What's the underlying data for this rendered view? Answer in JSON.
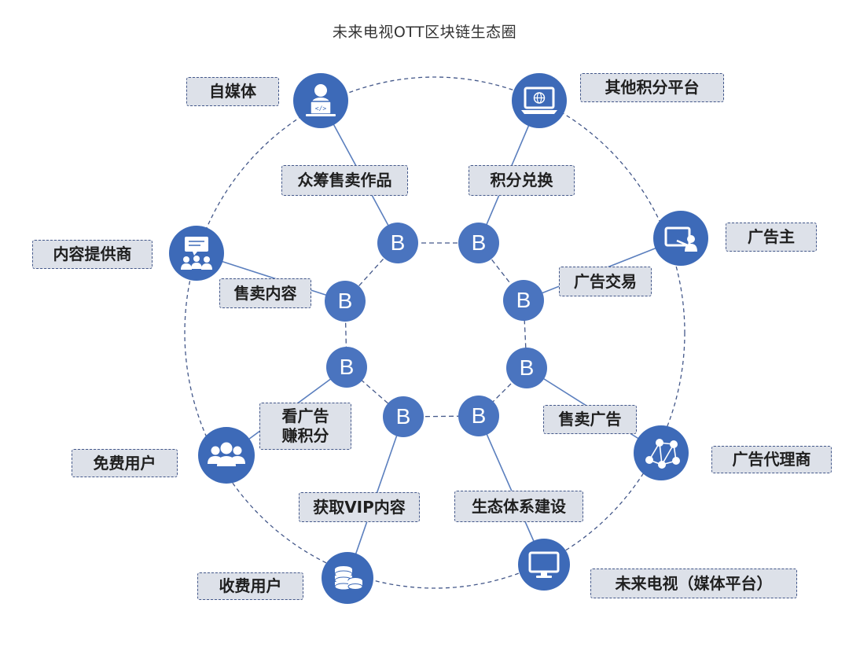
{
  "title": "未来电视OTT区块链生态圈",
  "colors": {
    "node": "#4a74bf",
    "entity": "#3d6ab8",
    "label_bg": "#dde1e9",
    "line": "#44588a"
  },
  "blockchain_node_text": "B",
  "entities": {
    "self_media": {
      "label": "自媒体",
      "icon": "developer-laptop-icon"
    },
    "other_points_platform": {
      "label": "其他积分平台",
      "icon": "laptop-globe-icon"
    },
    "content_provider": {
      "label": "内容提供商",
      "icon": "presentation-audience-icon"
    },
    "advertiser": {
      "label": "广告主",
      "icon": "presenter-screen-icon"
    },
    "free_user": {
      "label": "免费用户",
      "icon": "user-group-icon"
    },
    "ad_agency": {
      "label": "广告代理商",
      "icon": "network-people-icon"
    },
    "paid_user": {
      "label": "收费用户",
      "icon": "coins-stack-icon"
    },
    "future_tv": {
      "label": "未来电视（媒体平台）",
      "icon": "tv-monitor-icon"
    }
  },
  "actions": {
    "crowdfund_sell_works": "众筹售卖作品",
    "points_exchange": "积分兑换",
    "sell_content": "售卖内容",
    "ad_trading": "广告交易",
    "watch_ads_line1": "看广告",
    "watch_ads_line2": "赚积分",
    "sell_ads": "售卖广告",
    "get_vip_content": "获取VIP内容",
    "ecosystem_building": "生态体系建设"
  }
}
